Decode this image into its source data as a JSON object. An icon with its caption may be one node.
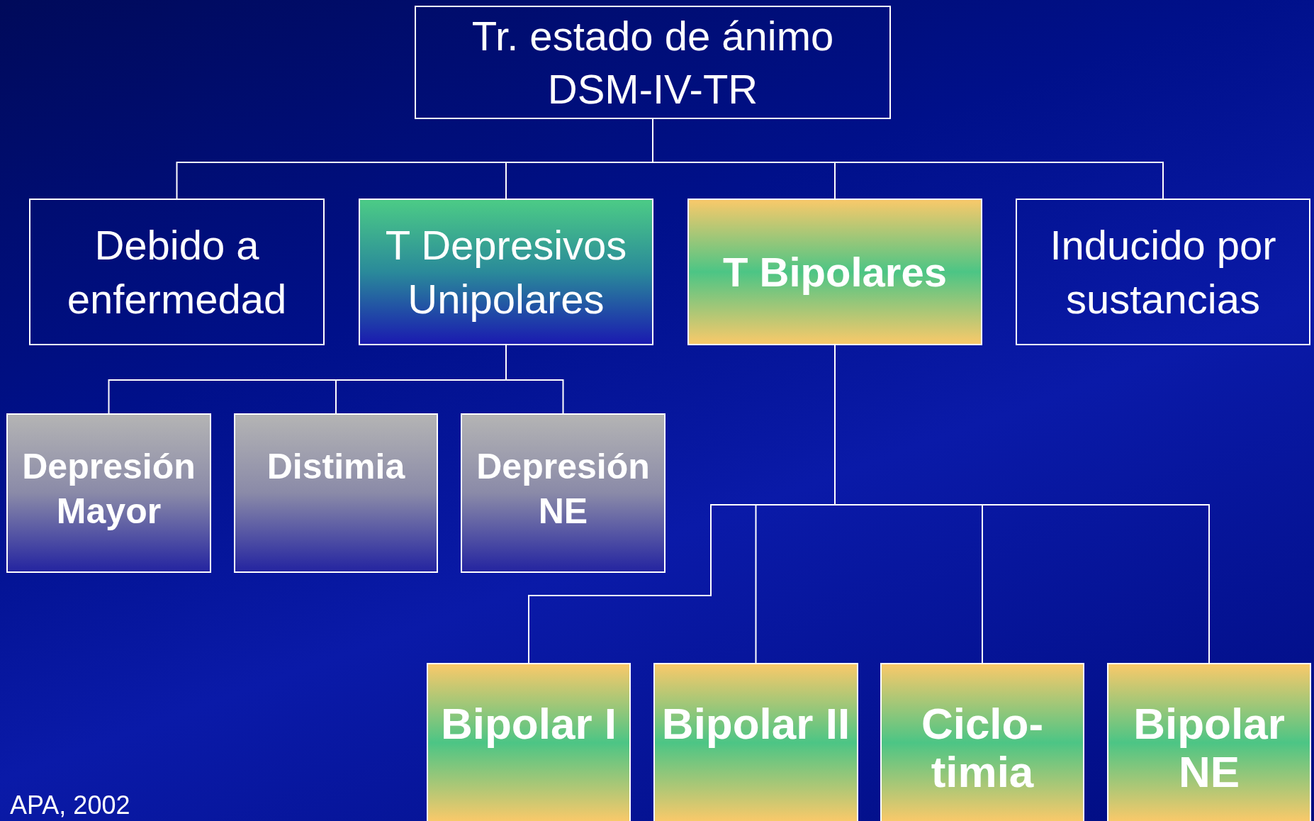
{
  "diagram": {
    "nodes": [
      {
        "text": [
          "Tr. estado de ánimo DSM-IV-TR"
        ]
      },
      {
        "text": [
          "Debido a enfermedad"
        ]
      },
      {
        "text": [
          "T Depresivos Unipolares"
        ]
      },
      {
        "text": [
          "T Bipolares"
        ]
      },
      {
        "text": [
          "Inducido por sustancias"
        ]
      },
      {
        "text": [
          "Depresión Mayor"
        ]
      },
      {
        "text": [
          "Distimia"
        ]
      },
      {
        "text": [
          "Depresión NE"
        ]
      },
      {
        "text": [
          "Bipolar I"
        ]
      },
      {
        "text": [
          "Bipolar II"
        ]
      },
      {
        "text": [
          "Ciclo- timia"
        ]
      },
      {
        "text": [
          "Bipolar NE"
        ]
      }
    ],
    "edges": [
      {
        "from": 0,
        "to": 1,
        "arrow": "none"
      },
      {
        "from": 0,
        "to": 2,
        "arrow": "none"
      },
      {
        "from": 0,
        "to": 3,
        "arrow": "none"
      },
      {
        "from": 0,
        "to": 4,
        "arrow": "none"
      },
      {
        "from": 2,
        "to": 5,
        "arrow": "none"
      },
      {
        "from": 2,
        "to": 6,
        "arrow": "none"
      },
      {
        "from": 2,
        "to": 7,
        "arrow": "none"
      },
      {
        "from": 3,
        "to": 8,
        "arrow": "none"
      },
      {
        "from": 3,
        "to": 9,
        "arrow": "none"
      },
      {
        "from": 3,
        "to": 10,
        "arrow": "none"
      },
      {
        "from": 3,
        "to": 11,
        "arrow": "none"
      }
    ],
    "labels": [
      "APA, 2002"
    ]
  }
}
